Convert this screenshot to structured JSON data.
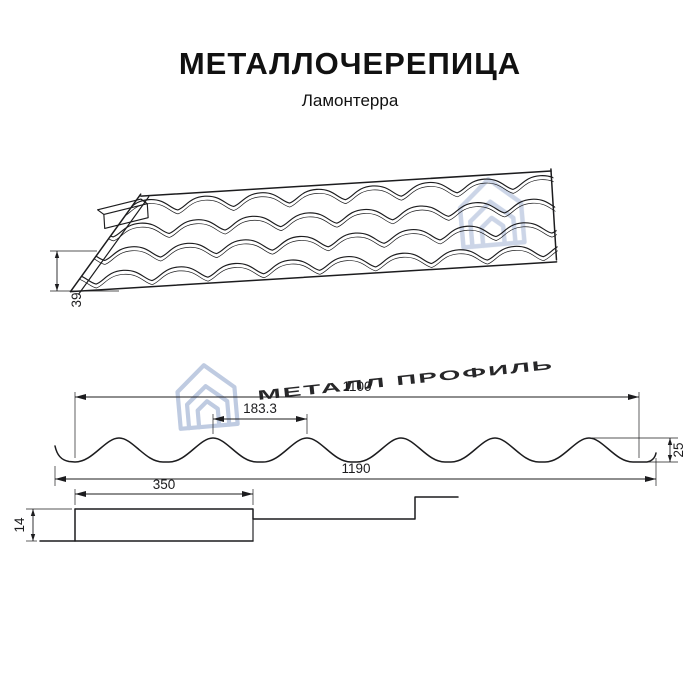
{
  "header": {
    "title": "МЕТАЛЛОЧЕРЕПИЦА",
    "subtitle": "Ламонтерра"
  },
  "watermark": {
    "text": "МЕТАЛЛ ПРОФИЛЬ",
    "color": "#bcc9e0",
    "logo": "metall-profil-pentagon-logo"
  },
  "diagram": {
    "type": "technical-drawing",
    "product": "Металлочерепица Ламонтерра",
    "views": {
      "perspective": {
        "description": "perspective view of metal roof tile sheet",
        "overhang_dim": "39"
      },
      "cross_section": {
        "cover_width": "1100",
        "wave_pitch": "183.3",
        "profile_height": "25",
        "full_width": "1190"
      },
      "longitudinal": {
        "module_length": "350",
        "step_height": "14"
      }
    }
  },
  "colors": {
    "line": "#1c1c1e",
    "background": "#ffffff",
    "watermark": "#bcc9e0"
  }
}
